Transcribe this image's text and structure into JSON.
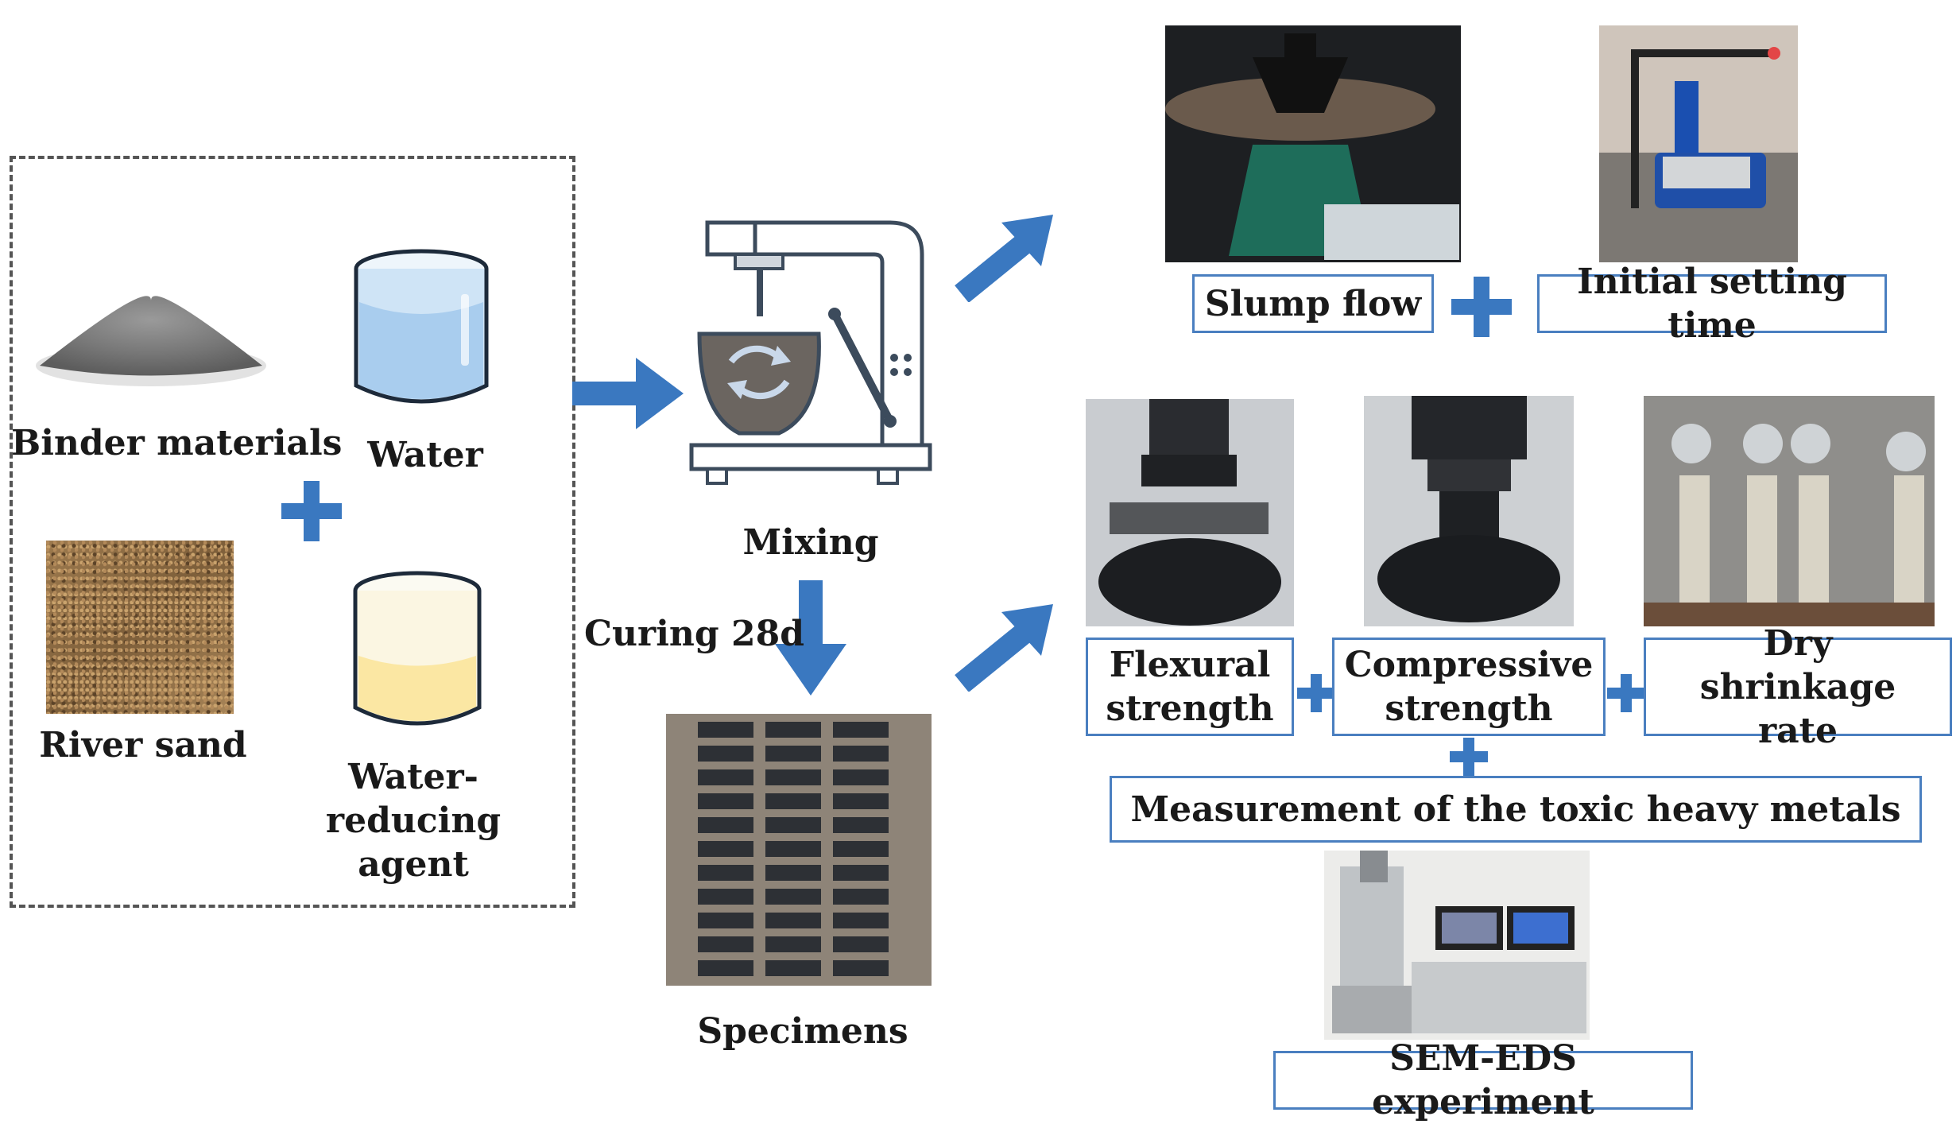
{
  "colors": {
    "accent_blue": "#3a78c0",
    "box_border": "#4a7fc0",
    "dashed_border": "#444444"
  },
  "materials": {
    "binder": "Binder materials",
    "water": "Water",
    "sand": "River sand",
    "reducer": "Water-reducing agent"
  },
  "process": {
    "mixing": "Mixing",
    "curing": "Curing 28d",
    "specimens": "Specimens"
  },
  "fresh_tests": {
    "slump": "Slump flow",
    "setting": "Initial setting time"
  },
  "hardened_tests": {
    "flexural": "Flexural strength",
    "compressive": "Compressive strength",
    "shrinkage": "Dry shrinkage rate",
    "heavy_metals": "Measurement of the toxic heavy metals",
    "sem": "SEM-EDS experiment"
  },
  "icons": [
    "plus-icon",
    "arrow-right-icon",
    "arrow-down-icon",
    "arrow-up-right-icon",
    "mixer-icon",
    "beaker-icon"
  ]
}
